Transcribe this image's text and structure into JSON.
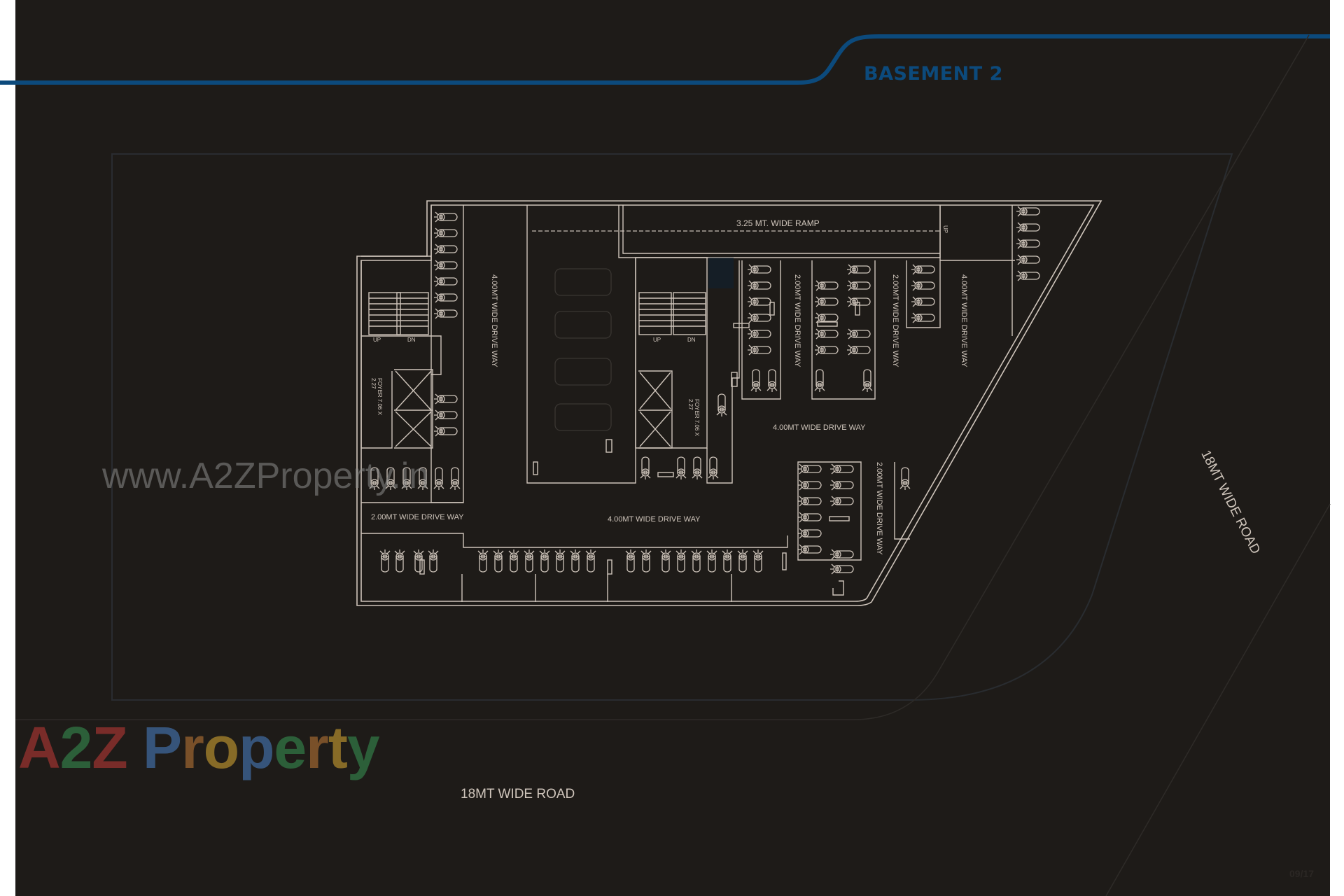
{
  "header": {
    "title": "BASEMENT 2",
    "accent_color": "#0c4a7c"
  },
  "plan": {
    "line_color": "#cfc5bb",
    "background": "#1e1b18",
    "labels": {
      "ramp": "3.25 MT. WIDE RAMP",
      "ramp_up": "UP",
      "drive_left_vertical": "4.00MT WIDE DRIVE WAY",
      "drive_mid_1": "2.00MT WIDE DRIVE WAY",
      "drive_mid_2": "2.00MT WIDE DRIVE WAY",
      "drive_right_vertical": "4.00MT WIDE DRIVE WAY",
      "drive_center_horizontal": "4.00MT WIDE DRIVE WAY",
      "drive_bottom_left": "2.00MT WIDE DRIVE WAY",
      "drive_bottom_center": "4.00MT WIDE DRIVE WAY",
      "drive_lower_right_vertical": "2.00MT WIDE DRIVE WAY",
      "foyer_left": "FOYER 7.06 X 2.27",
      "foyer_right": "FOYER 7.06 X 2.27",
      "stair_up": "UP",
      "stair_dn": "DN"
    }
  },
  "roads": {
    "bottom": "18MT WIDE ROAD",
    "right": "18MT WIDE ROAD"
  },
  "watermarks": {
    "url": "www.A2ZProperty.in",
    "logo": {
      "letters": [
        {
          "ch": "A",
          "color": "#8a2f2c"
        },
        {
          "ch": "2",
          "color": "#2f6b3f"
        },
        {
          "ch": "Z",
          "color": "#8a2f2c"
        },
        {
          "ch": " ",
          "color": "#000000"
        },
        {
          "ch": "P",
          "color": "#3b5f8c"
        },
        {
          "ch": "r",
          "color": "#8a5a2c"
        },
        {
          "ch": "o",
          "color": "#9a7a2a"
        },
        {
          "ch": "p",
          "color": "#3b5f8c"
        },
        {
          "ch": "e",
          "color": "#2f6b3f"
        },
        {
          "ch": "r",
          "color": "#8a5a2c"
        },
        {
          "ch": "t",
          "color": "#9a7a2a"
        },
        {
          "ch": "y",
          "color": "#2f6b3f"
        }
      ]
    }
  },
  "footer": {
    "page_number": "09/17"
  }
}
